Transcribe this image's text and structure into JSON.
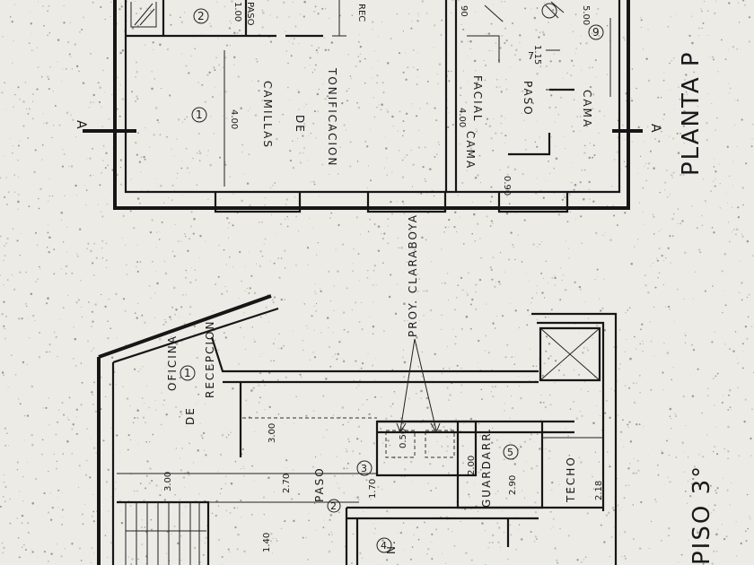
{
  "titles": {
    "planta": "PLANTA  P",
    "piso": "PISO  3°"
  },
  "rooms": {
    "camillas_line1": "CAMILLAS",
    "camillas_line2": "DE",
    "camillas_line3": "TONIFICACION",
    "camillas_num": "1",
    "paso_top_num": "2",
    "paso_top_dim": "1.00",
    "paso_top_label": "PASO",
    "rec_label": "REC",
    "facial": "FACIAL",
    "cama": "CAMA",
    "paso7": "PASO",
    "paso7_num": "7",
    "cama_sauna": "CAMA",
    "sauna_num": "9",
    "oficina_line1": "OFICINA",
    "oficina_line2": "DE",
    "oficina_line3": "RECEPCION",
    "oficina_num": "1",
    "paso_bottom": "PASO",
    "paso_bottom_num": "2",
    "guardarr": "GUARDARR.",
    "guardarr_num": "5",
    "techo": "TECHO",
    "claraboya": "PROY. CLARABOYA",
    "num3": "3",
    "num4": "4",
    "n_label": "N."
  },
  "dims": {
    "d400": "4.00",
    "d400b": "4.00",
    "d500": "5.00",
    "d090": "90",
    "d090b": "0.90",
    "d115": "1.15",
    "d300a": "3.00",
    "d300b": "3.00",
    "d270": "2.70",
    "d170": "1.70",
    "d140": "1.40",
    "d200": "2.00",
    "d290": "2.90",
    "d050": "0.50",
    "d218": "2.18"
  },
  "section_markers": {
    "left": "A",
    "right": "A"
  }
}
